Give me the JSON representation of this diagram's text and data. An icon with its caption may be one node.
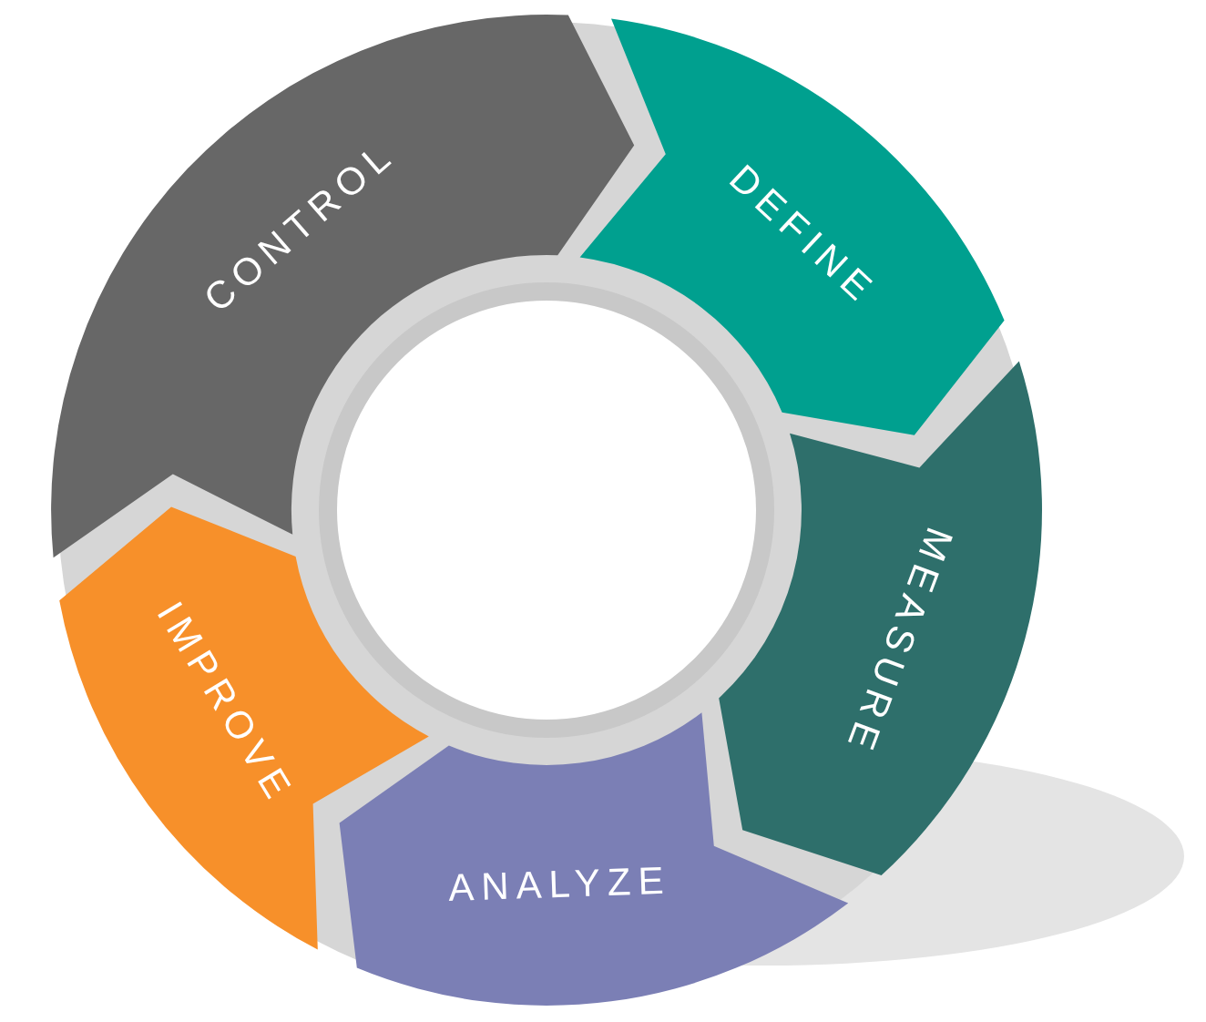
{
  "diagram": {
    "nodes": [
      {
        "text": [
          "DEFINE"
        ]
      },
      {
        "text": [
          "MEASURE"
        ]
      },
      {
        "text": [
          "ANALYZE"
        ]
      },
      {
        "text": [
          "IMPROVE"
        ]
      },
      {
        "text": [
          "CONTROL"
        ]
      }
    ]
  }
}
